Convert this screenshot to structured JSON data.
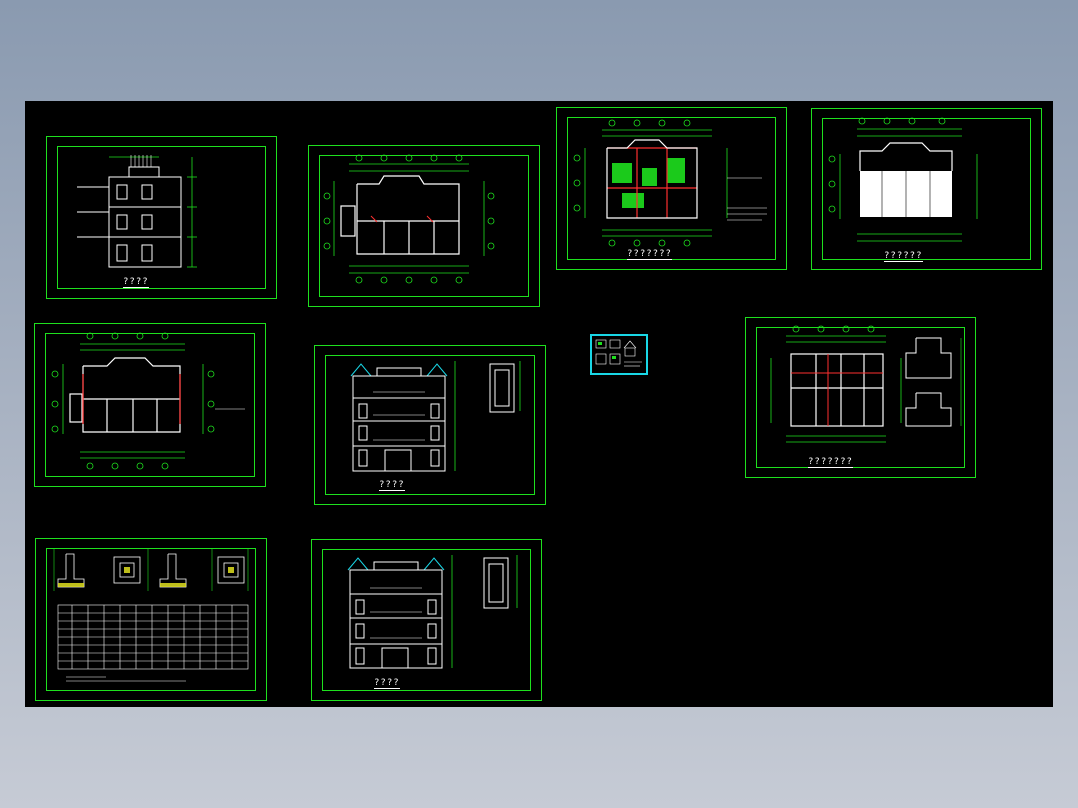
{
  "colors": {
    "background": "#000000",
    "frame": "#1ee01e",
    "wall": "#ffffff",
    "dim": "#1ee01e",
    "axis": "#ff3030",
    "accent": "#19d7e6",
    "hatch": "#e0e020"
  },
  "sheets": [
    {
      "id": "s1",
      "caption": "????"
    },
    {
      "id": "s2",
      "caption": ""
    },
    {
      "id": "s3",
      "caption": "???????"
    },
    {
      "id": "s4",
      "caption": "??????"
    },
    {
      "id": "s5",
      "caption": ""
    },
    {
      "id": "s6",
      "caption": "????"
    },
    {
      "id": "s7",
      "caption": "???????"
    },
    {
      "id": "s8",
      "caption": ""
    },
    {
      "id": "s9",
      "caption": "????"
    }
  ]
}
